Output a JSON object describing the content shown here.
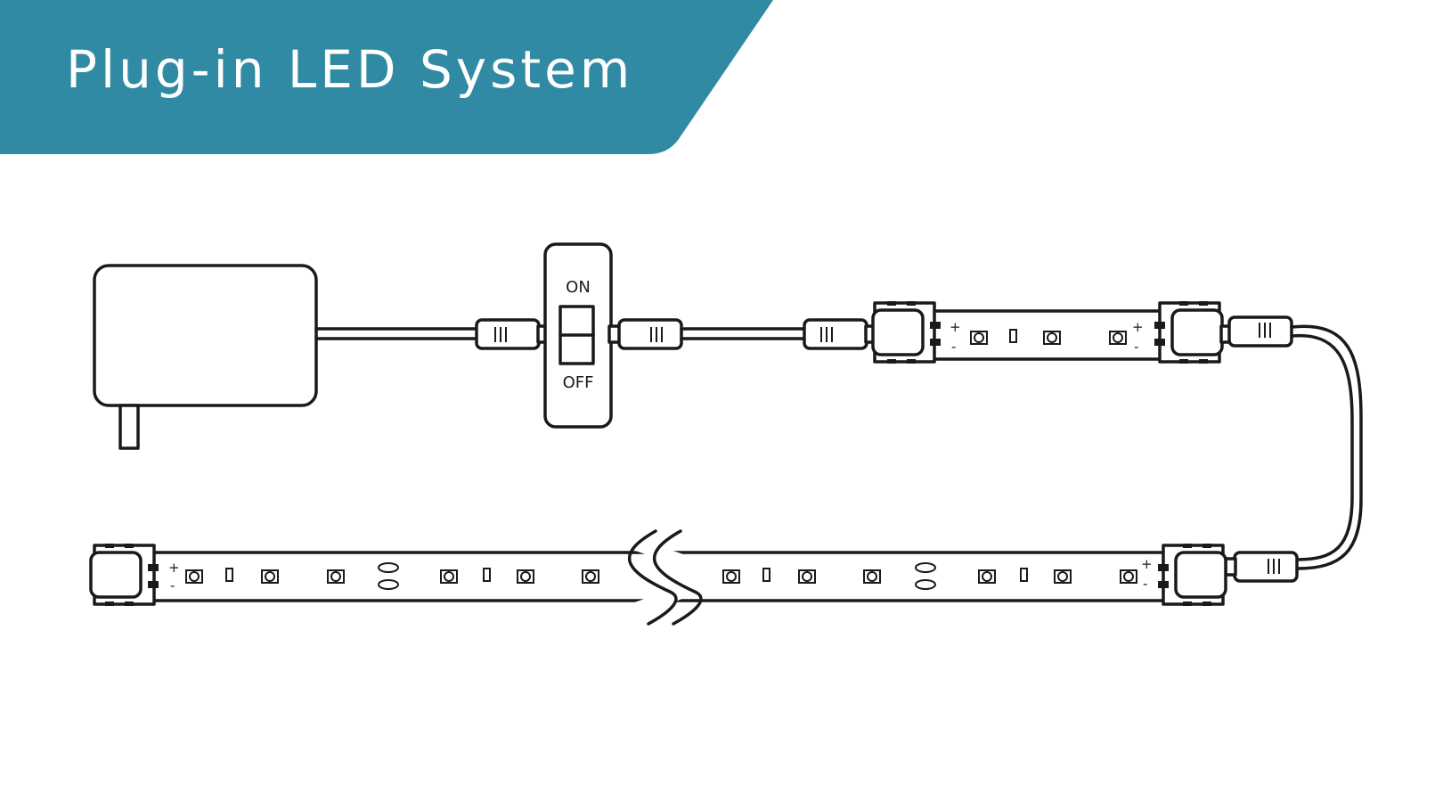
{
  "header": {
    "title": "Plug-in LED System",
    "banner_color": "#318aa3"
  },
  "diagram": {
    "components": [
      {
        "name": "power-adapter-icon"
      },
      {
        "name": "inline-switch-icon"
      },
      {
        "name": "led-strip-icon"
      },
      {
        "name": "strip-connector-icon"
      },
      {
        "name": "extension-cable-icon"
      }
    ],
    "switch": {
      "on_label": "ON",
      "off_label": "OFF"
    },
    "polarity": {
      "plus": "+",
      "minus": "-"
    }
  }
}
